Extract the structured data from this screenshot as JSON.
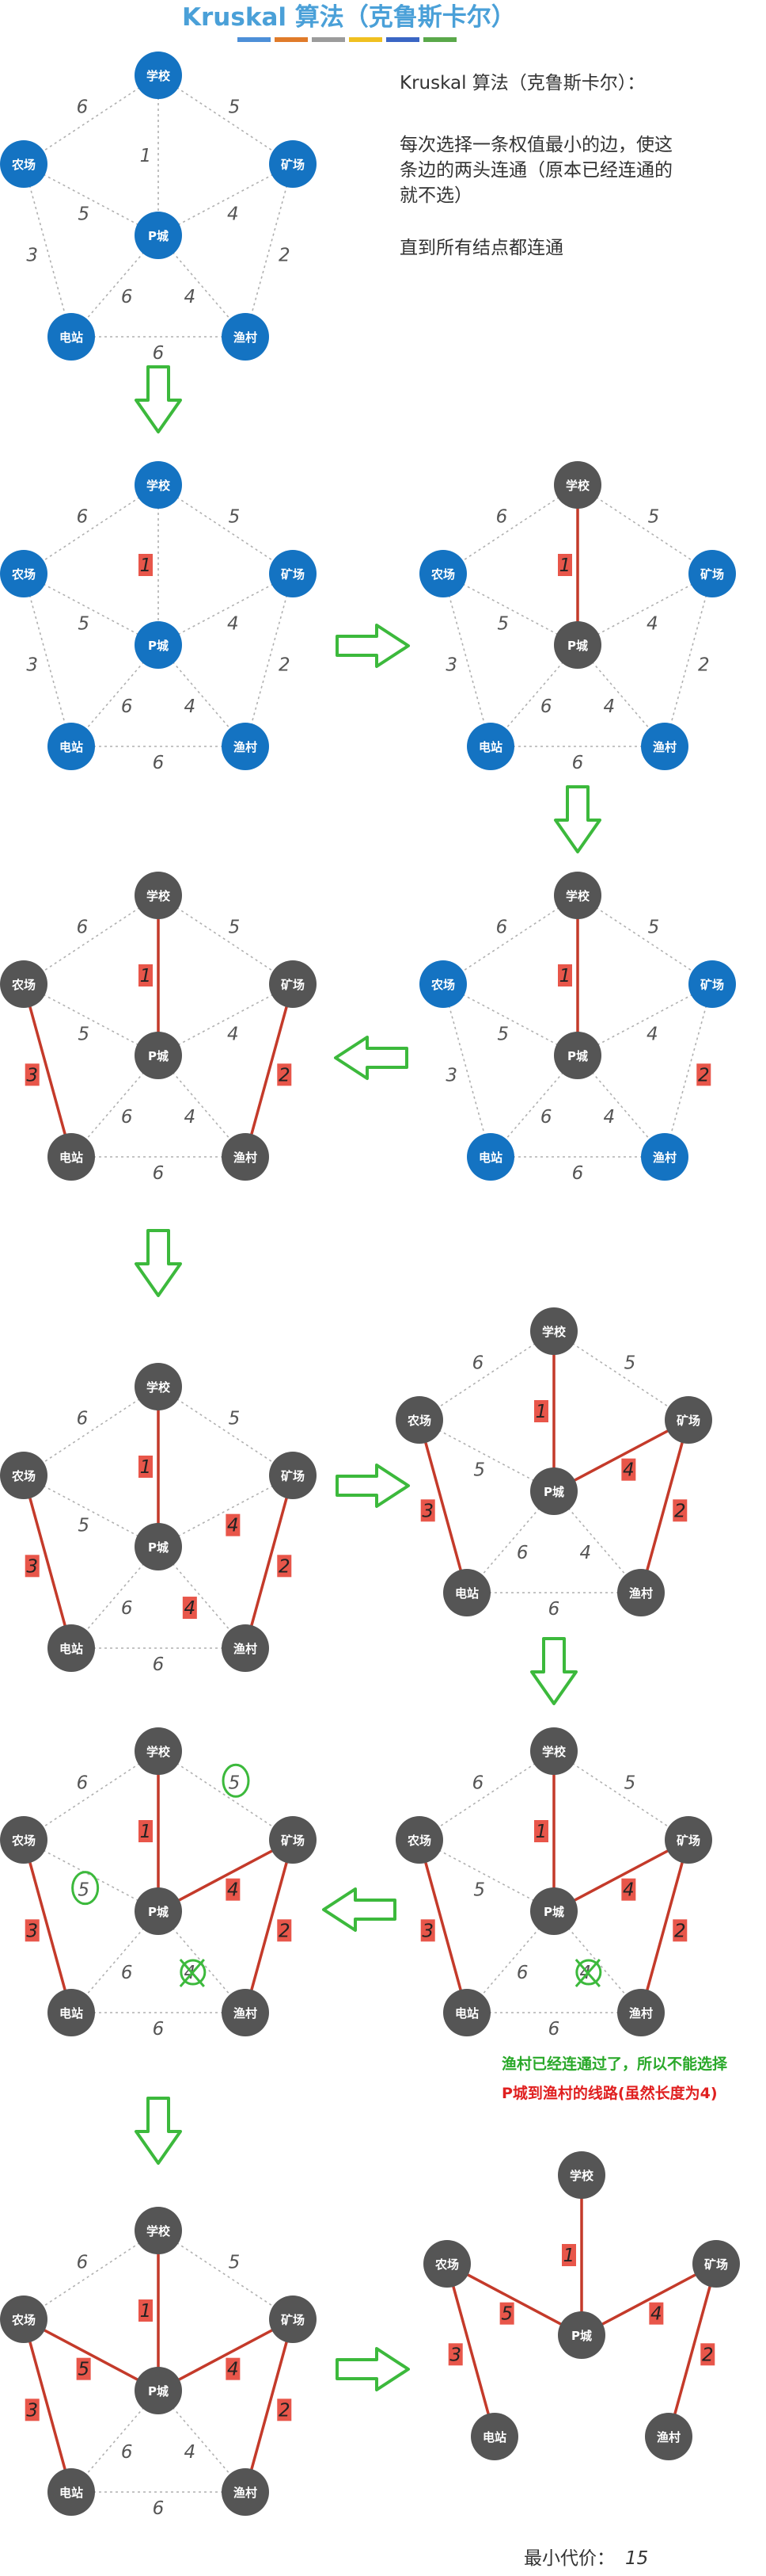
{
  "title": "Kruskal 算法（克鲁斯卡尔）",
  "description": {
    "heading": "Kruskal 算法（克鲁斯卡尔）：",
    "line1": "每次选择一条权值最小的边，使这",
    "line2": "条边的两头连通（原本已经连通的",
    "line3": "就不选）",
    "line4": "直到所有结点都连通"
  },
  "nodes": [
    {
      "id": "school",
      "label": "学校"
    },
    {
      "id": "farm",
      "label": "农场"
    },
    {
      "id": "mine",
      "label": "矿场"
    },
    {
      "id": "city",
      "label": "P城"
    },
    {
      "id": "power",
      "label": "电站"
    },
    {
      "id": "village",
      "label": "渔村"
    }
  ],
  "edges": [
    {
      "from": "school",
      "to": "farm",
      "weight": "6"
    },
    {
      "from": "school",
      "to": "mine",
      "weight": "5"
    },
    {
      "from": "school",
      "to": "city",
      "weight": "1"
    },
    {
      "from": "farm",
      "to": "city",
      "weight": "5"
    },
    {
      "from": "mine",
      "to": "city",
      "weight": "4"
    },
    {
      "from": "farm",
      "to": "power",
      "weight": "3"
    },
    {
      "from": "mine",
      "to": "village",
      "weight": "2"
    },
    {
      "from": "city",
      "to": "power",
      "weight": "6"
    },
    {
      "from": "city",
      "to": "village",
      "weight": "4"
    },
    {
      "from": "power",
      "to": "village",
      "weight": "6"
    }
  ],
  "note": {
    "line1": "渔村已经连通过了，所以不能选择",
    "line2": "P城到渔村的线路(虽然长度为4)"
  },
  "cost": {
    "label": "最小代价：",
    "value": "15"
  },
  "colors": {
    "blue_node": "#1473c2",
    "gray_node": "#555555",
    "selected_edge": "#c43a2a",
    "plain_edge": "#b0b0b0",
    "highlight_box": "#e8564a",
    "arrow": "#3cb93c",
    "note_green": "#29a829",
    "note_red": "#e02020",
    "title_bar": [
      "#4d8fd8",
      "#e07b2a",
      "#9b9b9b",
      "#f0c020",
      "#3a66c4",
      "#5aa84a"
    ]
  }
}
